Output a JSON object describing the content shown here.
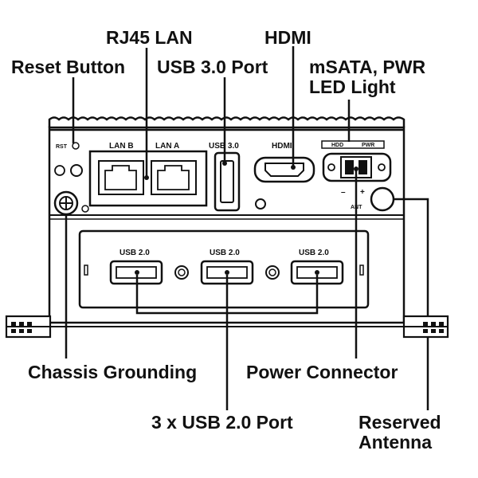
{
  "callouts": {
    "rj45_lan": "RJ45 LAN",
    "hdmi": "HDMI",
    "reset_button": "Reset Button",
    "usb30_port": "USB 3.0 Port",
    "msata_pwr_line1": "mSATA, PWR",
    "msata_pwr_line2": "LED Light",
    "chassis_grounding": "Chassis Grounding",
    "power_connector": "Power Connector",
    "usb20_ports": "3 x USB 2.0 Port",
    "reserved_antenna_line1": "Reserved",
    "reserved_antenna_line2": "Antenna"
  },
  "panel_labels": {
    "rst": "RST",
    "lan_b": "LAN B",
    "lan_a": "LAN A",
    "usb30": "USB 3.0",
    "hdmi": "HDMI",
    "hdd": "HDD",
    "pwr": "PWR",
    "minus": "–",
    "plus": "+",
    "ant": "ANT",
    "usb20_1": "USB 2.0",
    "usb20_2": "USB 2.0",
    "usb20_3": "USB 2.0"
  }
}
